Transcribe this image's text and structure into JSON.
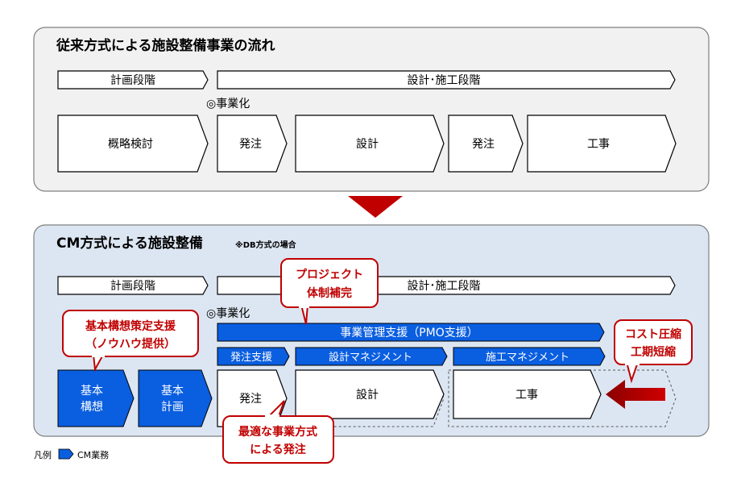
{
  "top": {
    "title": "従来方式による施設整備事業の流れ",
    "phase_planning": "計画段階",
    "phase_design_construction": "設計･施工段階",
    "milestone": "◎事業化",
    "step1": "概略検討",
    "step2": "発注",
    "step3": "設計",
    "step4": "発注",
    "step5": "工事"
  },
  "bottom": {
    "title": "CM方式による施設整備",
    "note": "※DB方式の場合",
    "phase_planning": "計画段階",
    "phase_design_construction": "設計･施工段階",
    "milestone": "◎事業化",
    "pmo_bar": "事業管理支援（PMO支援）",
    "order_support": "発注支援",
    "design_management": "設計マネジメント",
    "construction_management": "施工マネジメント",
    "step_basic_concept_1": "基本",
    "step_basic_concept_2": "構想",
    "step_basic_plan_1": "基本",
    "step_basic_plan_2": "計画",
    "step_order": "発注",
    "step_design": "設計",
    "step_construction": "工事",
    "callout_project_1": "プロジェクト",
    "callout_project_2": "体制補完",
    "callout_concept_1": "基本構想策定支援",
    "callout_concept_2": "（ノウハウ提供）",
    "callout_cost_1": "コスト圧縮",
    "callout_cost_2": "工期短縮",
    "callout_method_1": "最適な事業方式",
    "callout_method_2": "による発注"
  },
  "legend": {
    "prefix": "凡例",
    "label": "CM業務"
  },
  "colors": {
    "blue": "#0a5ee0",
    "red": "#c00000",
    "top_panel_bg": "#f1f1f1",
    "bottom_panel_bg": "#dce6f2"
  }
}
